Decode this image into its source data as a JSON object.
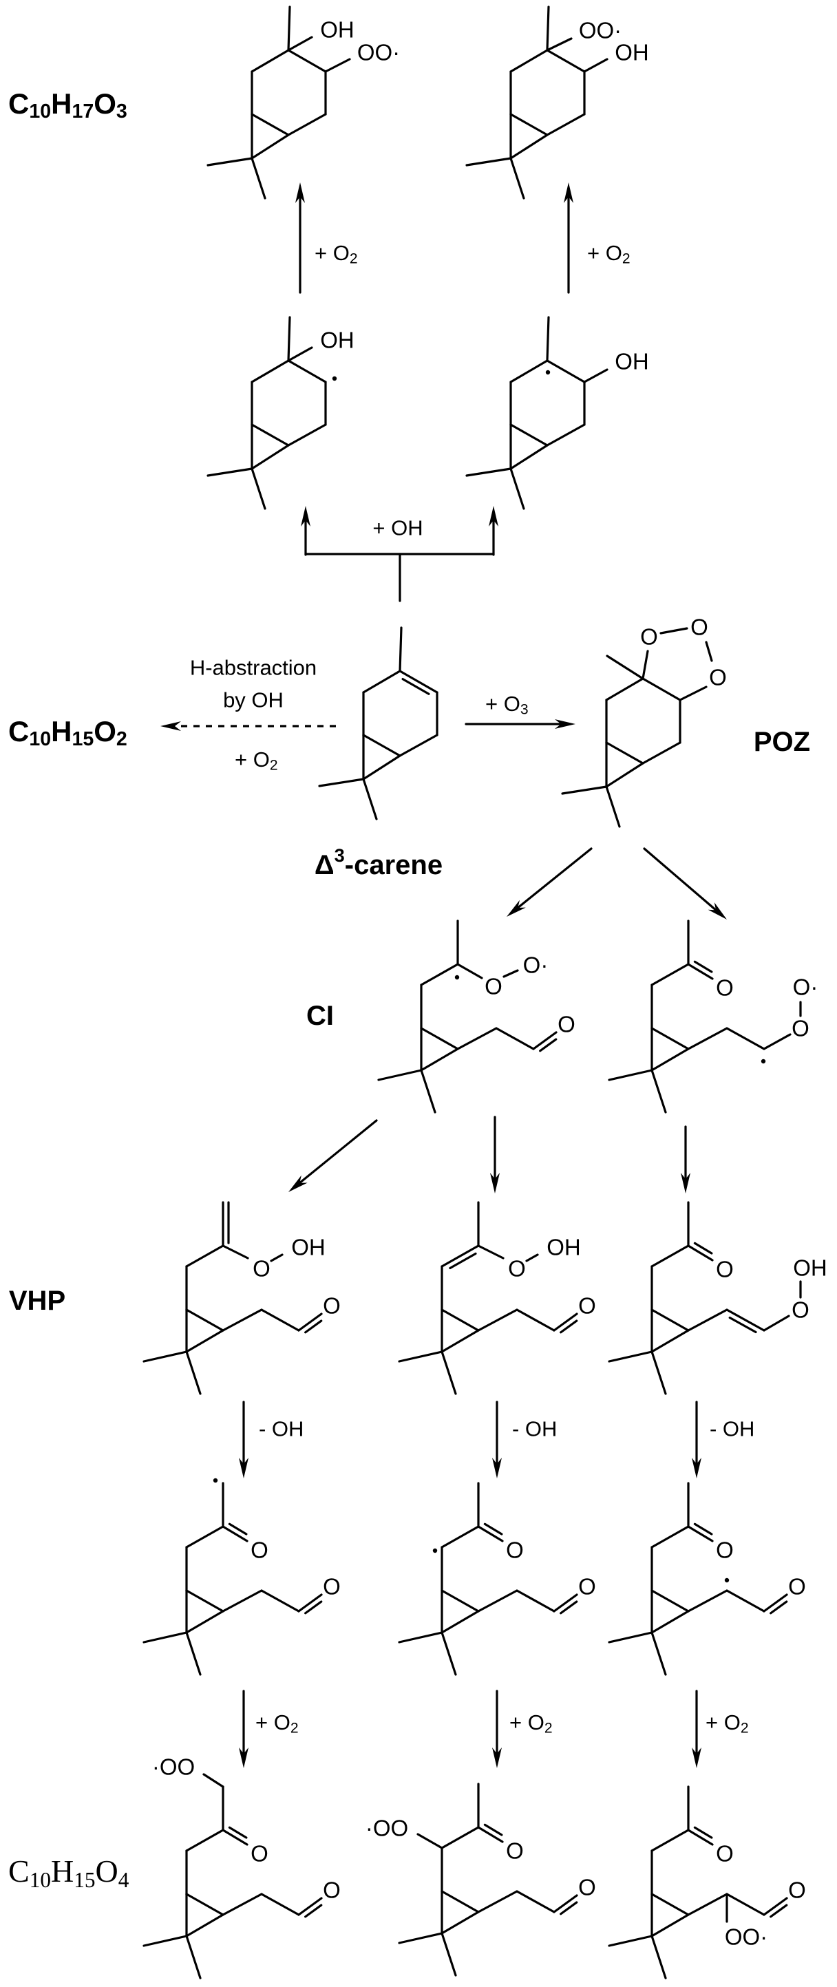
{
  "formulas": {
    "c10h17o3": {
      "parts": [
        "C",
        "10",
        "H",
        "17",
        "O",
        "3"
      ]
    },
    "c10h15o2": {
      "parts": [
        "C",
        "10",
        "H",
        "15",
        "O",
        "2"
      ]
    },
    "c10h15o4": {
      "parts": [
        "C",
        "10",
        "H",
        "15",
        "O",
        "4"
      ]
    }
  },
  "names": {
    "carene": {
      "parts": [
        "Δ",
        "3",
        "-carene"
      ]
    },
    "poz": "POZ",
    "ci": "CI",
    "vhp": "VHP"
  },
  "reagents": {
    "plus_o2": {
      "parts": [
        "+ O",
        "2"
      ]
    },
    "plus_o3": {
      "parts": [
        "+ O",
        "3"
      ]
    },
    "plus_oh": "+ OH",
    "minus_oh": "- OH",
    "h_abstraction_line1": "H-abstraction",
    "h_abstraction_line2": "by OH"
  },
  "atoms": {
    "oh": "OH",
    "oo_radical": "OO·",
    "radical_oo": "·OO",
    "o": "O",
    "o_radical": "O·"
  }
}
